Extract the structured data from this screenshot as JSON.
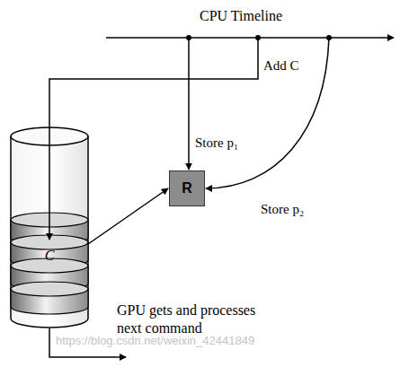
{
  "diagram": {
    "nodes": [
      {
        "text": [
          "C"
        ]
      },
      {
        "text": [
          "R"
        ]
      }
    ],
    "edges": [
      {
        "from": 0,
        "to": 1,
        "arrow": "to"
      }
    ],
    "labels": [
      "CPU Timeline",
      "Add C",
      "Store p₁",
      "Store p₂",
      "GPU gets and processes next command",
      "https://blog.csdn.net/weixin_42441849"
    ]
  }
}
